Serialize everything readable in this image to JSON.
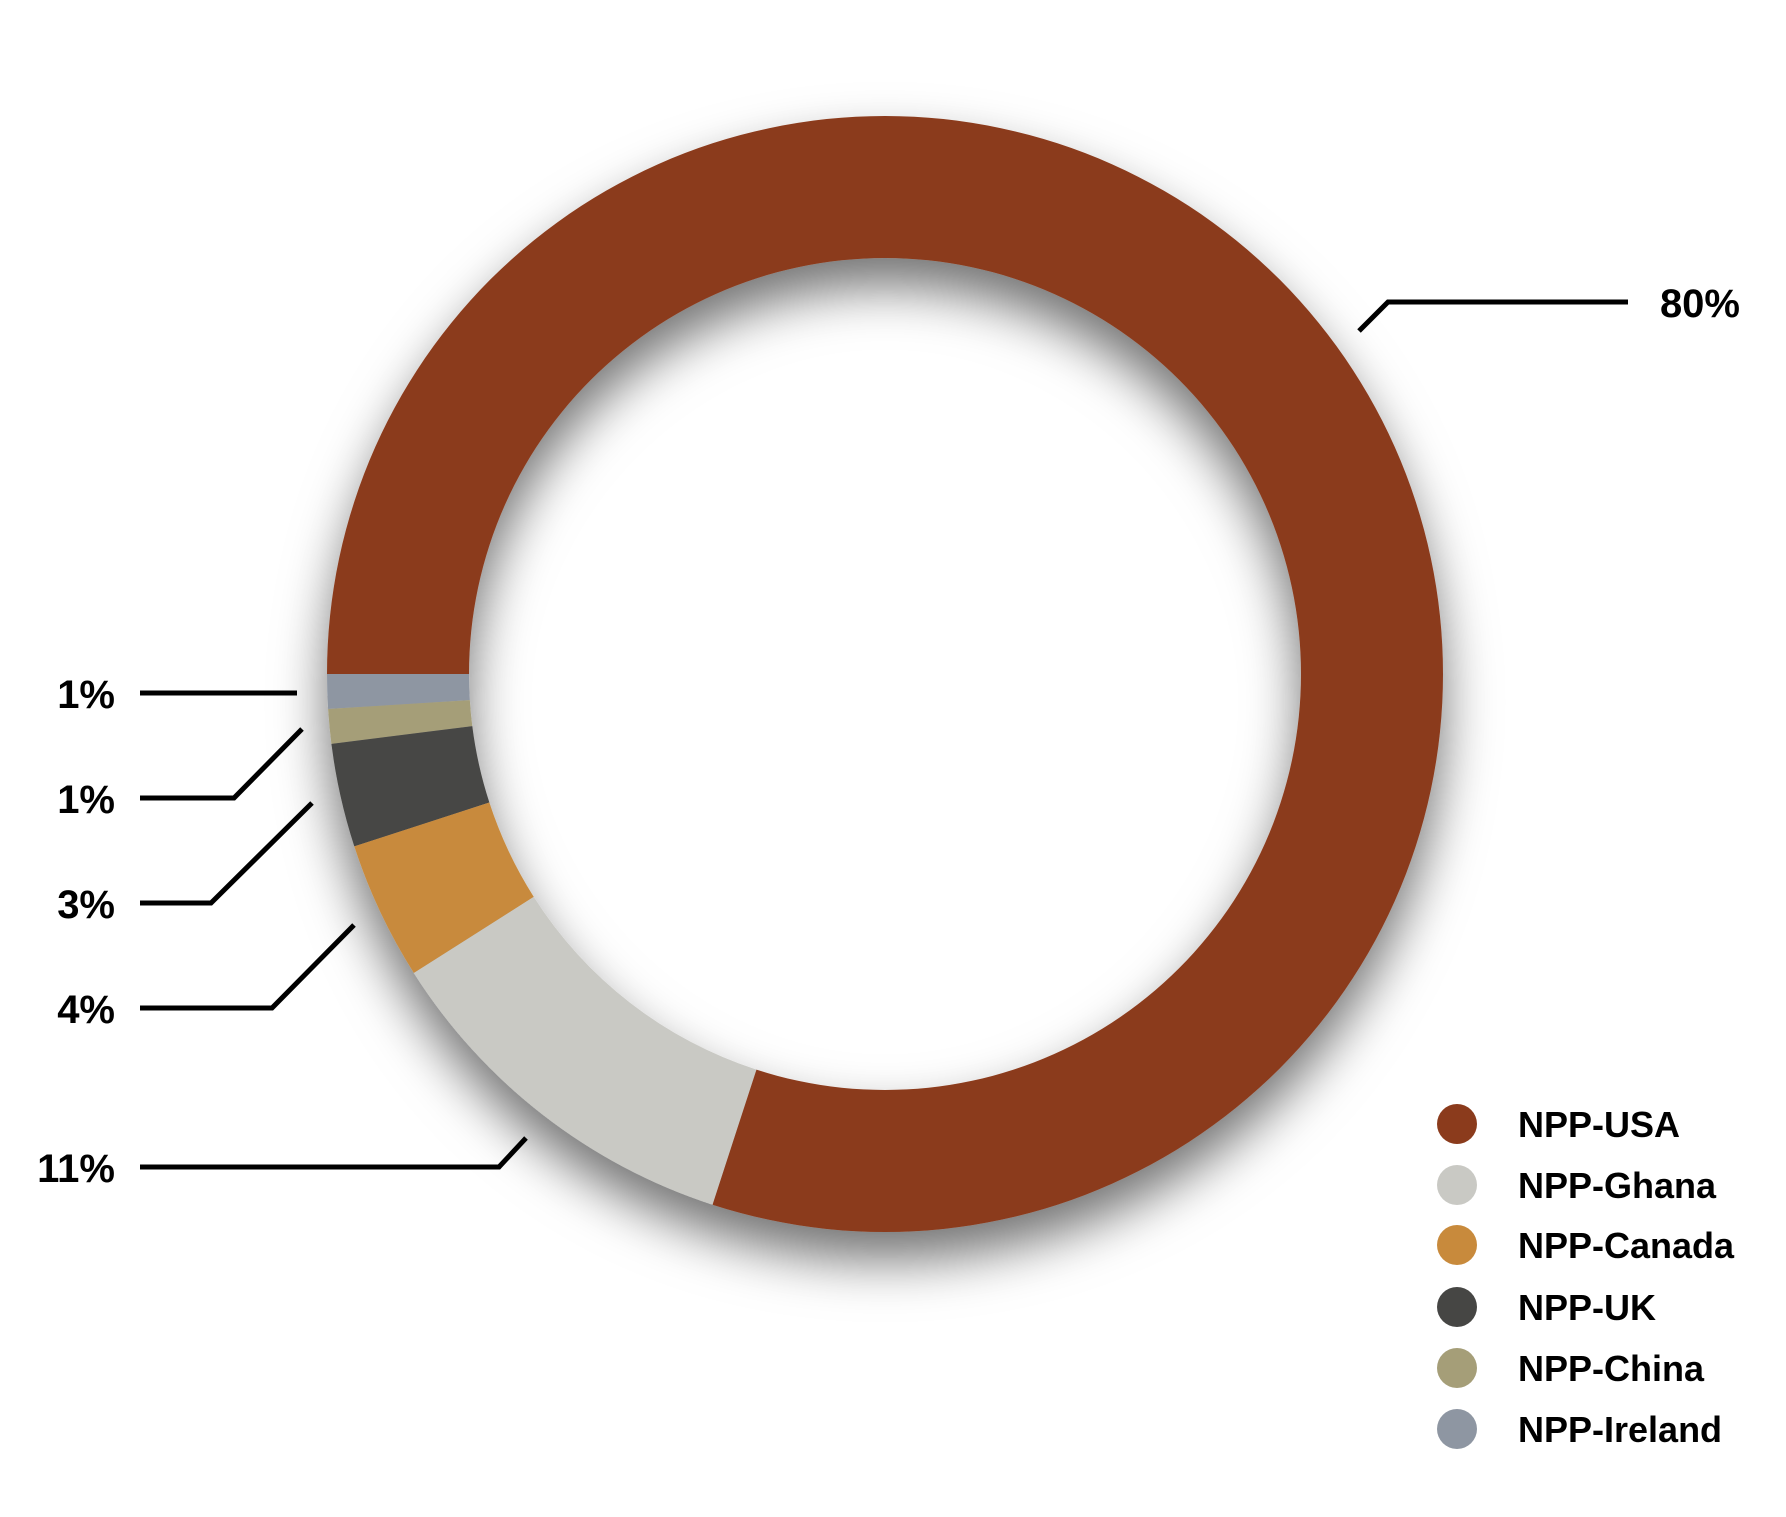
{
  "chart_data": {
    "type": "pie",
    "donut": true,
    "title": "",
    "legend_position": "bottom-right",
    "start_angle_deg": 180,
    "direction": "counterclockwise",
    "slices": [
      {
        "name": "NPP-Ireland",
        "value": 1,
        "label": "1%",
        "color": "#8e96a2"
      },
      {
        "name": "NPP-China",
        "value": 1,
        "label": "1%",
        "color": "#a59e78"
      },
      {
        "name": "NPP-UK",
        "value": 3,
        "label": "3%",
        "color": "#464644"
      },
      {
        "name": "NPP-Canada",
        "value": 4,
        "label": "4%",
        "color": "#c88a3c"
      },
      {
        "name": "NPP-Ghana",
        "value": 11,
        "label": "11%",
        "color": "#c9c9c4"
      },
      {
        "name": "NPP-USA",
        "value": 80,
        "label": "80%",
        "color": "#8b3b1c"
      }
    ],
    "legend": [
      "NPP-USA",
      "NPP-Ghana",
      "NPP-Canada",
      "NPP-UK",
      "NPP-China",
      "NPP-Ireland"
    ]
  }
}
